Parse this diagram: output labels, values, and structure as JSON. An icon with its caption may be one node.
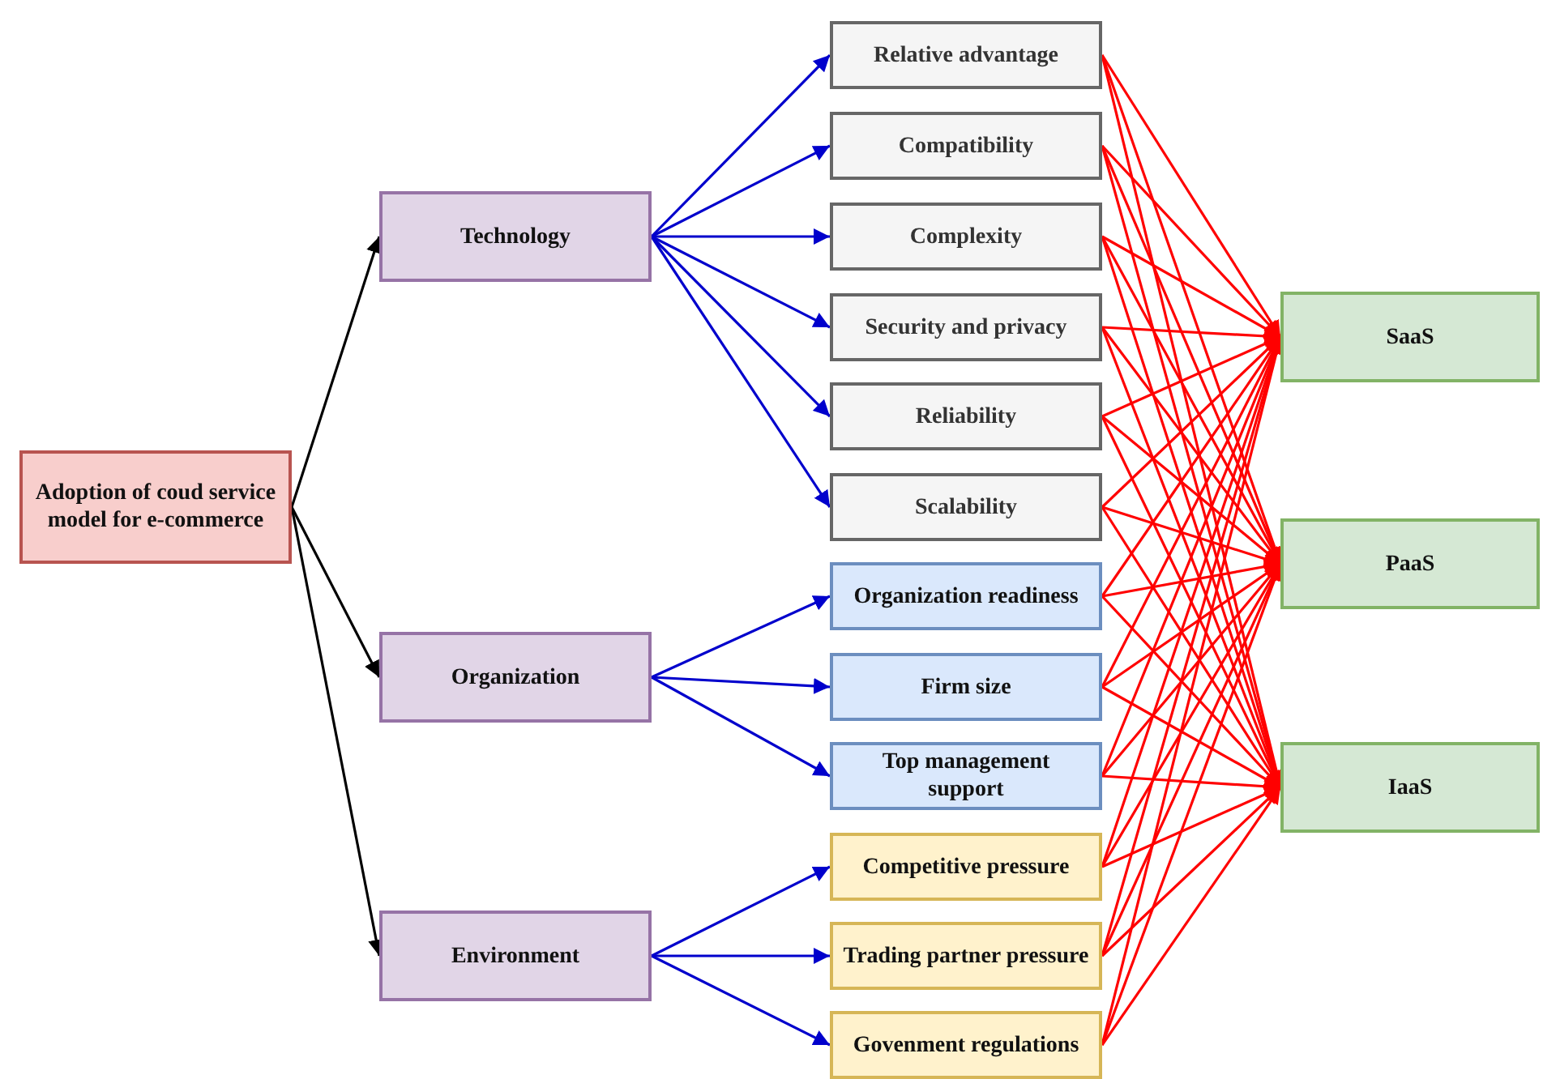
{
  "diagram": {
    "nodes": [
      {
        "text": [
          "Adoption of coud service model for e-commerce"
        ]
      },
      {
        "text": [
          "Technology"
        ]
      },
      {
        "text": [
          "Organization"
        ]
      },
      {
        "text": [
          "Environment"
        ]
      },
      {
        "text": [
          "Relative advantage"
        ]
      },
      {
        "text": [
          "Compatibility"
        ]
      },
      {
        "text": [
          "Complexity"
        ]
      },
      {
        "text": [
          "Security and privacy"
        ]
      },
      {
        "text": [
          "Reliability"
        ]
      },
      {
        "text": [
          "Scalability"
        ]
      },
      {
        "text": [
          "Organization readiness"
        ]
      },
      {
        "text": [
          "Firm size"
        ]
      },
      {
        "text": [
          "Top management support"
        ]
      },
      {
        "text": [
          "Competitive pressure"
        ]
      },
      {
        "text": [
          "Trading partner pressure"
        ]
      },
      {
        "text": [
          "Govenment regulations"
        ]
      },
      {
        "text": [
          "SaaS"
        ]
      },
      {
        "text": [
          "PaaS"
        ]
      },
      {
        "text": [
          "IaaS"
        ]
      }
    ],
    "edges": [
      {
        "from": 0,
        "to": 1,
        "arrow": "to",
        "color": "#000000"
      },
      {
        "from": 0,
        "to": 2,
        "arrow": "to",
        "color": "#000000"
      },
      {
        "from": 0,
        "to": 3,
        "arrow": "to",
        "color": "#000000"
      },
      {
        "from": 1,
        "to": 4,
        "arrow": "to",
        "color": "#0000cc"
      },
      {
        "from": 1,
        "to": 5,
        "arrow": "to",
        "color": "#0000cc"
      },
      {
        "from": 1,
        "to": 6,
        "arrow": "to",
        "color": "#0000cc"
      },
      {
        "from": 1,
        "to": 7,
        "arrow": "to",
        "color": "#0000cc"
      },
      {
        "from": 1,
        "to": 8,
        "arrow": "to",
        "color": "#0000cc"
      },
      {
        "from": 1,
        "to": 9,
        "arrow": "to",
        "color": "#0000cc"
      },
      {
        "from": 2,
        "to": 10,
        "arrow": "to",
        "color": "#0000cc"
      },
      {
        "from": 2,
        "to": 11,
        "arrow": "to",
        "color": "#0000cc"
      },
      {
        "from": 2,
        "to": 12,
        "arrow": "to",
        "color": "#0000cc"
      },
      {
        "from": 3,
        "to": 13,
        "arrow": "to",
        "color": "#0000cc"
      },
      {
        "from": 3,
        "to": 14,
        "arrow": "to",
        "color": "#0000cc"
      },
      {
        "from": 3,
        "to": 15,
        "arrow": "to",
        "color": "#0000cc"
      },
      {
        "from": 4,
        "to": 16,
        "arrow": "to"
      },
      {
        "from": 4,
        "to": 17,
        "arrow": "to"
      },
      {
        "from": 4,
        "to": 18,
        "arrow": "to"
      },
      {
        "from": 5,
        "to": 16,
        "arrow": "to"
      },
      {
        "from": 5,
        "to": 17,
        "arrow": "to"
      },
      {
        "from": 5,
        "to": 18,
        "arrow": "to"
      },
      {
        "from": 6,
        "to": 16,
        "arrow": "to"
      },
      {
        "from": 6,
        "to": 17,
        "arrow": "to"
      },
      {
        "from": 6,
        "to": 18,
        "arrow": "to"
      },
      {
        "from": 7,
        "to": 16,
        "arrow": "to"
      },
      {
        "from": 7,
        "to": 17,
        "arrow": "to"
      },
      {
        "from": 7,
        "to": 18,
        "arrow": "to"
      },
      {
        "from": 8,
        "to": 16,
        "arrow": "to"
      },
      {
        "from": 8,
        "to": 17,
        "arrow": "to"
      },
      {
        "from": 8,
        "to": 18,
        "arrow": "to"
      },
      {
        "from": 9,
        "to": 16,
        "arrow": "to"
      },
      {
        "from": 9,
        "to": 17,
        "arrow": "to"
      },
      {
        "from": 9,
        "to": 18,
        "arrow": "to"
      },
      {
        "from": 10,
        "to": 16,
        "arrow": "to"
      },
      {
        "from": 10,
        "to": 17,
        "arrow": "to"
      },
      {
        "from": 10,
        "to": 18,
        "arrow": "to"
      },
      {
        "from": 11,
        "to": 16,
        "arrow": "to"
      },
      {
        "from": 11,
        "to": 17,
        "arrow": "to"
      },
      {
        "from": 11,
        "to": 18,
        "arrow": "to"
      },
      {
        "from": 12,
        "to": 16,
        "arrow": "to"
      },
      {
        "from": 12,
        "to": 17,
        "arrow": "to"
      },
      {
        "from": 12,
        "to": 18,
        "arrow": "to"
      },
      {
        "from": 13,
        "to": 16,
        "arrow": "to"
      },
      {
        "from": 13,
        "to": 17,
        "arrow": "to"
      },
      {
        "from": 13,
        "to": 18,
        "arrow": "to"
      },
      {
        "from": 14,
        "to": 16,
        "arrow": "to"
      },
      {
        "from": 14,
        "to": 17,
        "arrow": "to"
      },
      {
        "from": 14,
        "to": 18,
        "arrow": "to"
      },
      {
        "from": 15,
        "to": 16,
        "arrow": "to"
      },
      {
        "from": 15,
        "to": 17,
        "arrow": "to"
      },
      {
        "from": 15,
        "to": 18,
        "arrow": "to"
      }
    ]
  }
}
